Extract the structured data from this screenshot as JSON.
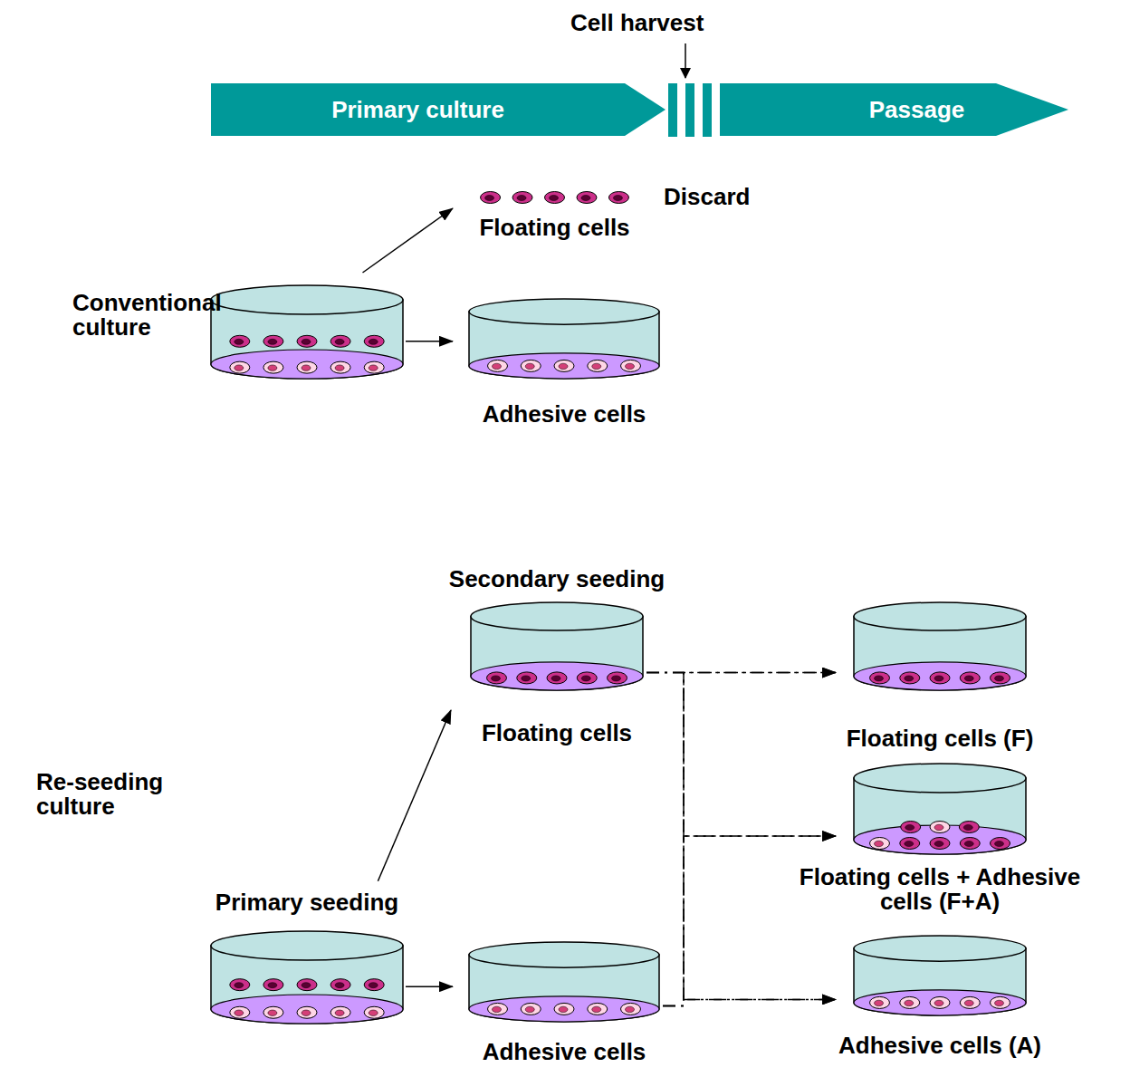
{
  "diagram": {
    "nodes": [
      {
        "text": [
          "Primary culture"
        ]
      },
      {
        "text": [
          "Passage"
        ]
      },
      {
        "text": [
          "Conventional culture"
        ]
      },
      {
        "text": [
          "Discard",
          "Floating cells"
        ]
      },
      {
        "text": [
          "Adhesive cells"
        ]
      },
      {
        "text": [
          "Secondary seeding",
          "Floating cells"
        ]
      },
      {
        "text": [
          "Primary seeding"
        ]
      },
      {
        "text": [
          "Adhesive cells"
        ]
      },
      {
        "text": [
          "Floating cells (F)"
        ]
      },
      {
        "text": [
          "Floating cells + Adhesive cells (F+A)"
        ]
      },
      {
        "text": [
          "Adhesive cells (A)"
        ]
      }
    ],
    "edges": [
      {
        "from": 2,
        "to": 3,
        "arrow": "to"
      },
      {
        "from": 2,
        "to": 4,
        "arrow": "to"
      },
      {
        "from": 6,
        "to": 5,
        "arrow": "to"
      },
      {
        "from": 6,
        "to": 7,
        "arrow": "to"
      },
      {
        "from": 5,
        "to": 8,
        "arrow": "to"
      },
      {
        "from": 5,
        "to": 9,
        "arrow": "to"
      },
      {
        "from": 5,
        "to": 10,
        "arrow": "to"
      },
      {
        "from": 7,
        "to": 8,
        "arrow": "to"
      },
      {
        "from": 7,
        "to": 9,
        "arrow": "to"
      },
      {
        "from": 7,
        "to": 10,
        "arrow": "to"
      }
    ],
    "labels": [
      "Cell harvest",
      "Re-seeding culture"
    ]
  }
}
